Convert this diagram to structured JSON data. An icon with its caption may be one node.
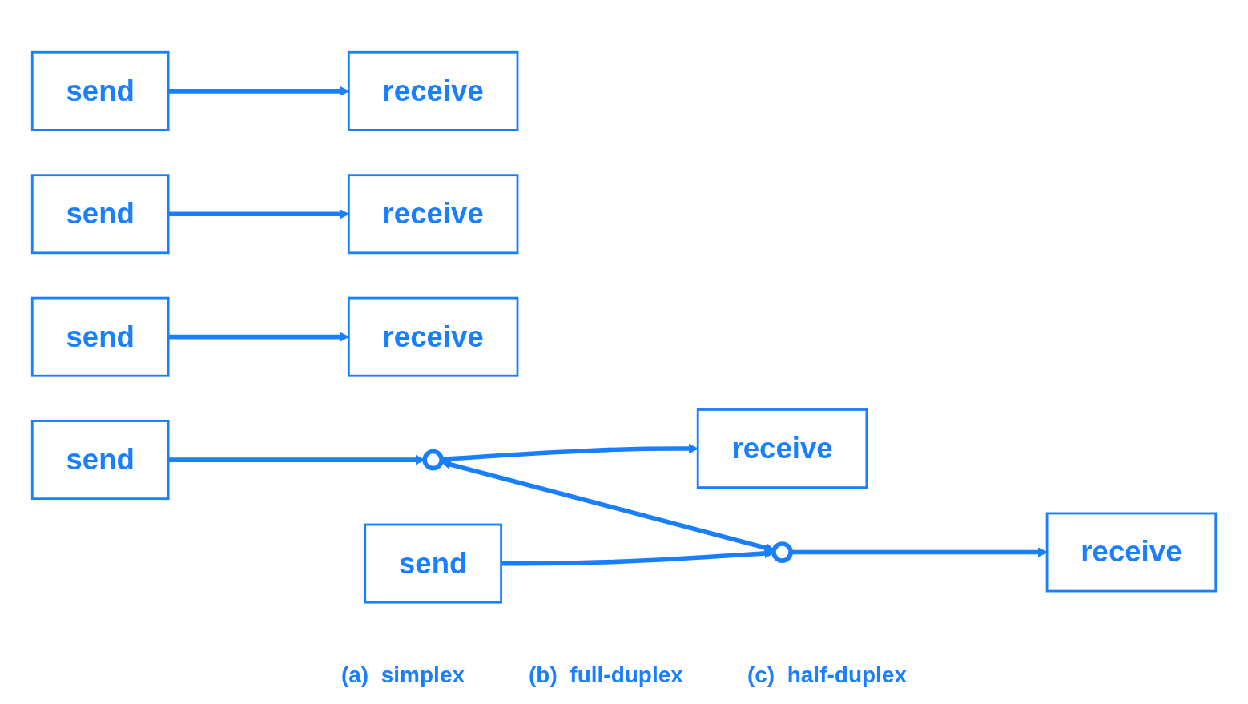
{
  "diagram": {
    "nodes": [
      {
        "text": [
          "send"
        ]
      },
      {
        "text": [
          "receive"
        ]
      },
      {
        "text": [
          "send"
        ]
      },
      {
        "text": [
          "receive"
        ]
      },
      {
        "text": [
          "receive"
        ]
      },
      {
        "text": [
          "send"
        ]
      },
      {
        "text": [
          "send"
        ]
      },
      {
        "text": [
          "receive"
        ]
      },
      {
        "text": [],
        "shape": "circle"
      },
      {
        "text": [],
        "shape": "circle"
      },
      {
        "text": [
          "receive"
        ]
      },
      {
        "text": [
          "send"
        ]
      }
    ],
    "edges": [
      {
        "from": 0,
        "to": 1,
        "arrow": "to"
      },
      {
        "from": 2,
        "to": 4,
        "arrow": "to"
      },
      {
        "from": 5,
        "to": 3,
        "arrow": "to"
      },
      {
        "from": 6,
        "to": 8,
        "arrow": "to"
      },
      {
        "from": 8,
        "to": 7,
        "arrow": "to"
      },
      {
        "from": 8,
        "to": 9,
        "arrow": "both"
      },
      {
        "from": 9,
        "to": 10,
        "arrow": "to"
      },
      {
        "from": 11,
        "to": 9,
        "arrow": "to"
      }
    ],
    "labels": [
      "(a)  simplex",
      "(b)  full-duplex",
      "(c)  half-duplex"
    ]
  }
}
